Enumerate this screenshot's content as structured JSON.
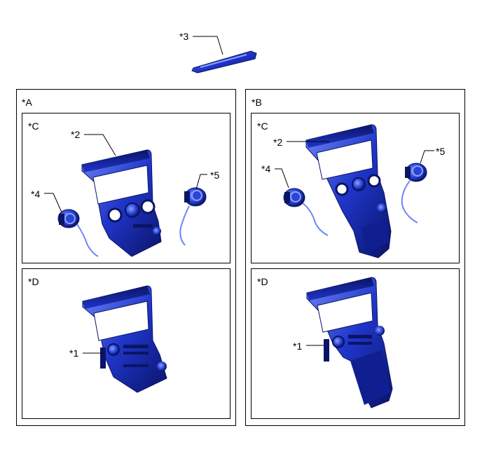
{
  "top_part": {
    "label": "*3"
  },
  "panel_a": {
    "label": "*A",
    "sub_c": {
      "label": "*C",
      "callouts": {
        "bezel": "*2",
        "left_knob": "*4",
        "right_knob": "*5"
      }
    },
    "sub_d": {
      "label": "*D",
      "callouts": {
        "assembly": "*1"
      }
    }
  },
  "panel_b": {
    "label": "*B",
    "sub_c": {
      "label": "*C",
      "callouts": {
        "bezel": "*2",
        "left_knob": "*4",
        "right_knob": "*5"
      }
    },
    "sub_d": {
      "label": "*D",
      "callouts": {
        "assembly": "*1"
      }
    }
  },
  "colors": {
    "part_blue": "#1f35c9",
    "part_dark": "#0a1466",
    "part_light": "#6f86f5",
    "line": "#000000"
  }
}
